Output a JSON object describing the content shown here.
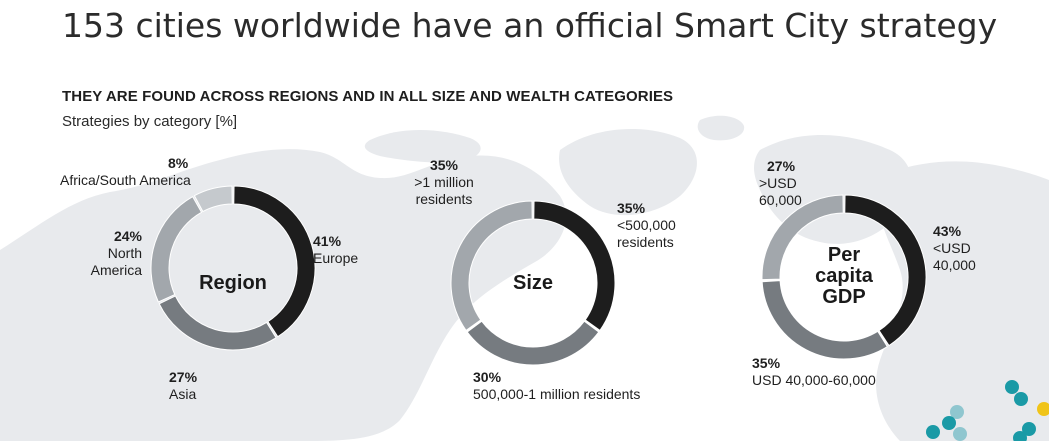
{
  "title": "153 cities worldwide have an official Smart City strategy",
  "subtitle": "THEY ARE FOUND ACROSS REGIONS AND IN ALL SIZE AND WEALTH CATEGORIES",
  "unit_label": "Strategies by category [%]",
  "colors": {
    "dark": "#1d1d1d",
    "mid": "#767b80",
    "light": "#a2a7ac",
    "map": "#e7e9ec",
    "dot_teal": "#1a9aa6",
    "dot_light": "#8fc6cf",
    "dot_yellow": "#f0c419"
  },
  "chart_data": [
    {
      "type": "pie",
      "variant": "donut",
      "center_label": "Region",
      "slices": [
        {
          "pct_label": "41%",
          "label": "Europe",
          "value": 41,
          "color": "#1d1d1d"
        },
        {
          "pct_label": "27%",
          "label": "Asia",
          "value": 27,
          "color": "#767b80"
        },
        {
          "pct_label": "24%",
          "label": "North\nAmerica",
          "value": 24,
          "color": "#a2a7ac"
        },
        {
          "pct_label": "8%",
          "label": "Africa/South America",
          "value": 8,
          "color": "#c5c9cd"
        }
      ]
    },
    {
      "type": "pie",
      "variant": "donut",
      "center_label": "Size",
      "slices": [
        {
          "pct_label": "35%",
          "label": "<500,000\nresidents",
          "value": 35,
          "color": "#1d1d1d"
        },
        {
          "pct_label": "30%",
          "label": "500,000-1 million residents",
          "value": 30,
          "color": "#767b80"
        },
        {
          "pct_label": "35%",
          "label": ">1 million\nresidents",
          "value": 35,
          "color": "#a2a7ac"
        }
      ]
    },
    {
      "type": "pie",
      "variant": "donut",
      "center_label": "Per\ncapita\nGDP",
      "slices": [
        {
          "pct_label": "43%",
          "label": "<USD\n40,000",
          "value": 43,
          "color": "#1d1d1d"
        },
        {
          "pct_label": "35%",
          "label": "USD 40,000-60,000",
          "value": 35,
          "color": "#767b80"
        },
        {
          "pct_label": "27%",
          "label": ">USD\n60,000",
          "value": 27,
          "color": "#a2a7ac"
        }
      ]
    }
  ]
}
